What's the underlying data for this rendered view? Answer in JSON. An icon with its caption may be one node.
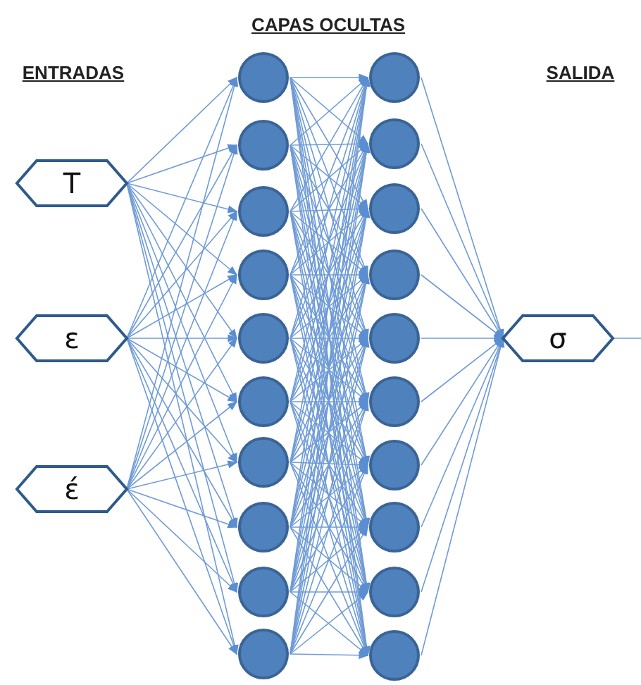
{
  "diagram": {
    "nodes": [
      {
        "text": [
          "T"
        ]
      },
      {
        "text": [
          "ε"
        ]
      },
      {
        "text": [
          "έ"
        ]
      },
      {
        "text": [],
        "shape": "circle"
      },
      {
        "text": [],
        "shape": "circle"
      },
      {
        "text": [],
        "shape": "circle"
      },
      {
        "text": [],
        "shape": "circle"
      },
      {
        "text": [],
        "shape": "circle"
      },
      {
        "text": [],
        "shape": "circle"
      },
      {
        "text": [],
        "shape": "circle"
      },
      {
        "text": [],
        "shape": "circle"
      },
      {
        "text": [],
        "shape": "circle"
      },
      {
        "text": [],
        "shape": "circle"
      },
      {
        "text": [],
        "shape": "circle"
      },
      {
        "text": [],
        "shape": "circle"
      },
      {
        "text": [],
        "shape": "circle"
      },
      {
        "text": [],
        "shape": "circle"
      },
      {
        "text": [],
        "shape": "circle"
      },
      {
        "text": [],
        "shape": "circle"
      },
      {
        "text": [],
        "shape": "circle"
      },
      {
        "text": [],
        "shape": "circle"
      },
      {
        "text": [],
        "shape": "circle"
      },
      {
        "text": [],
        "shape": "circle"
      },
      {
        "text": [
          "σ"
        ]
      }
    ],
    "edges": [
      {
        "from": 0,
        "to": 3,
        "arrow": "to"
      },
      {
        "from": 0,
        "to": 4,
        "arrow": "to"
      },
      {
        "from": 0,
        "to": 5,
        "arrow": "to"
      },
      {
        "from": 0,
        "to": 6,
        "arrow": "to"
      },
      {
        "from": 0,
        "to": 7,
        "arrow": "to"
      },
      {
        "from": 0,
        "to": 8,
        "arrow": "to"
      },
      {
        "from": 0,
        "to": 9,
        "arrow": "to"
      },
      {
        "from": 0,
        "to": 10,
        "arrow": "to"
      },
      {
        "from": 0,
        "to": 11,
        "arrow": "to"
      },
      {
        "from": 0,
        "to": 12,
        "arrow": "to"
      },
      {
        "from": 1,
        "to": 3,
        "arrow": "to"
      },
      {
        "from": 1,
        "to": 4,
        "arrow": "to"
      },
      {
        "from": 1,
        "to": 5,
        "arrow": "to"
      },
      {
        "from": 1,
        "to": 6,
        "arrow": "to"
      },
      {
        "from": 1,
        "to": 7,
        "arrow": "to"
      },
      {
        "from": 1,
        "to": 8,
        "arrow": "to"
      },
      {
        "from": 1,
        "to": 9,
        "arrow": "to"
      },
      {
        "from": 1,
        "to": 10,
        "arrow": "to"
      },
      {
        "from": 1,
        "to": 11,
        "arrow": "to"
      },
      {
        "from": 1,
        "to": 12,
        "arrow": "to"
      },
      {
        "from": 2,
        "to": 3,
        "arrow": "to"
      },
      {
        "from": 2,
        "to": 4,
        "arrow": "to"
      },
      {
        "from": 2,
        "to": 5,
        "arrow": "to"
      },
      {
        "from": 2,
        "to": 6,
        "arrow": "to"
      },
      {
        "from": 2,
        "to": 7,
        "arrow": "to"
      },
      {
        "from": 2,
        "to": 8,
        "arrow": "to"
      },
      {
        "from": 2,
        "to": 9,
        "arrow": "to"
      },
      {
        "from": 2,
        "to": 10,
        "arrow": "to"
      },
      {
        "from": 2,
        "to": 11,
        "arrow": "to"
      },
      {
        "from": 2,
        "to": 12,
        "arrow": "to"
      },
      {
        "from": 3,
        "to": 13,
        "arrow": "to"
      },
      {
        "from": 3,
        "to": 14,
        "arrow": "to"
      },
      {
        "from": 3,
        "to": 15,
        "arrow": "to"
      },
      {
        "from": 3,
        "to": 16,
        "arrow": "to"
      },
      {
        "from": 3,
        "to": 17,
        "arrow": "to"
      },
      {
        "from": 3,
        "to": 18,
        "arrow": "to"
      },
      {
        "from": 3,
        "to": 19,
        "arrow": "to"
      },
      {
        "from": 3,
        "to": 20,
        "arrow": "to"
      },
      {
        "from": 3,
        "to": 21,
        "arrow": "to"
      },
      {
        "from": 3,
        "to": 22,
        "arrow": "to"
      },
      {
        "from": 4,
        "to": 13,
        "arrow": "to"
      },
      {
        "from": 4,
        "to": 14,
        "arrow": "to"
      },
      {
        "from": 4,
        "to": 15,
        "arrow": "to"
      },
      {
        "from": 4,
        "to": 16,
        "arrow": "to"
      },
      {
        "from": 4,
        "to": 17,
        "arrow": "to"
      },
      {
        "from": 4,
        "to": 18,
        "arrow": "to"
      },
      {
        "from": 4,
        "to": 19,
        "arrow": "to"
      },
      {
        "from": 4,
        "to": 20,
        "arrow": "to"
      },
      {
        "from": 4,
        "to": 21,
        "arrow": "to"
      },
      {
        "from": 4,
        "to": 22,
        "arrow": "to"
      },
      {
        "from": 5,
        "to": 13,
        "arrow": "to"
      },
      {
        "from": 5,
        "to": 14,
        "arrow": "to"
      },
      {
        "from": 5,
        "to": 15,
        "arrow": "to"
      },
      {
        "from": 5,
        "to": 16,
        "arrow": "to"
      },
      {
        "from": 5,
        "to": 17,
        "arrow": "to"
      },
      {
        "from": 5,
        "to": 18,
        "arrow": "to"
      },
      {
        "from": 5,
        "to": 19,
        "arrow": "to"
      },
      {
        "from": 5,
        "to": 20,
        "arrow": "to"
      },
      {
        "from": 5,
        "to": 21,
        "arrow": "to"
      },
      {
        "from": 5,
        "to": 22,
        "arrow": "to"
      },
      {
        "from": 6,
        "to": 13,
        "arrow": "to"
      },
      {
        "from": 6,
        "to": 14,
        "arrow": "to"
      },
      {
        "from": 6,
        "to": 15,
        "arrow": "to"
      },
      {
        "from": 6,
        "to": 16,
        "arrow": "to"
      },
      {
        "from": 6,
        "to": 17,
        "arrow": "to"
      },
      {
        "from": 6,
        "to": 18,
        "arrow": "to"
      },
      {
        "from": 6,
        "to": 19,
        "arrow": "to"
      },
      {
        "from": 6,
        "to": 20,
        "arrow": "to"
      },
      {
        "from": 6,
        "to": 21,
        "arrow": "to"
      },
      {
        "from": 6,
        "to": 22,
        "arrow": "to"
      },
      {
        "from": 7,
        "to": 13,
        "arrow": "to"
      },
      {
        "from": 7,
        "to": 14,
        "arrow": "to"
      },
      {
        "from": 7,
        "to": 15,
        "arrow": "to"
      },
      {
        "from": 7,
        "to": 16,
        "arrow": "to"
      },
      {
        "from": 7,
        "to": 17,
        "arrow": "to"
      },
      {
        "from": 7,
        "to": 18,
        "arrow": "to"
      },
      {
        "from": 7,
        "to": 19,
        "arrow": "to"
      },
      {
        "from": 7,
        "to": 20,
        "arrow": "to"
      },
      {
        "from": 7,
        "to": 21,
        "arrow": "to"
      },
      {
        "from": 7,
        "to": 22,
        "arrow": "to"
      },
      {
        "from": 8,
        "to": 13,
        "arrow": "to"
      },
      {
        "from": 8,
        "to": 14,
        "arrow": "to"
      },
      {
        "from": 8,
        "to": 15,
        "arrow": "to"
      },
      {
        "from": 8,
        "to": 16,
        "arrow": "to"
      },
      {
        "from": 8,
        "to": 17,
        "arrow": "to"
      },
      {
        "from": 8,
        "to": 18,
        "arrow": "to"
      },
      {
        "from": 8,
        "to": 19,
        "arrow": "to"
      },
      {
        "from": 8,
        "to": 20,
        "arrow": "to"
      },
      {
        "from": 8,
        "to": 21,
        "arrow": "to"
      },
      {
        "from": 8,
        "to": 22,
        "arrow": "to"
      },
      {
        "from": 9,
        "to": 13,
        "arrow": "to"
      },
      {
        "from": 9,
        "to": 14,
        "arrow": "to"
      },
      {
        "from": 9,
        "to": 15,
        "arrow": "to"
      },
      {
        "from": 9,
        "to": 16,
        "arrow": "to"
      },
      {
        "from": 9,
        "to": 17,
        "arrow": "to"
      },
      {
        "from": 9,
        "to": 18,
        "arrow": "to"
      },
      {
        "from": 9,
        "to": 19,
        "arrow": "to"
      },
      {
        "from": 9,
        "to": 20,
        "arrow": "to"
      },
      {
        "from": 9,
        "to": 21,
        "arrow": "to"
      },
      {
        "from": 9,
        "to": 22,
        "arrow": "to"
      },
      {
        "from": 10,
        "to": 13,
        "arrow": "to"
      },
      {
        "from": 10,
        "to": 14,
        "arrow": "to"
      },
      {
        "from": 10,
        "to": 15,
        "arrow": "to"
      },
      {
        "from": 10,
        "to": 16,
        "arrow": "to"
      },
      {
        "from": 10,
        "to": 17,
        "arrow": "to"
      },
      {
        "from": 10,
        "to": 18,
        "arrow": "to"
      },
      {
        "from": 10,
        "to": 19,
        "arrow": "to"
      },
      {
        "from": 10,
        "to": 20,
        "arrow": "to"
      },
      {
        "from": 10,
        "to": 21,
        "arrow": "to"
      },
      {
        "from": 10,
        "to": 22,
        "arrow": "to"
      },
      {
        "from": 11,
        "to": 13,
        "arrow": "to"
      },
      {
        "from": 11,
        "to": 14,
        "arrow": "to"
      },
      {
        "from": 11,
        "to": 15,
        "arrow": "to"
      },
      {
        "from": 11,
        "to": 16,
        "arrow": "to"
      },
      {
        "from": 11,
        "to": 17,
        "arrow": "to"
      },
      {
        "from": 11,
        "to": 18,
        "arrow": "to"
      },
      {
        "from": 11,
        "to": 19,
        "arrow": "to"
      },
      {
        "from": 11,
        "to": 20,
        "arrow": "to"
      },
      {
        "from": 11,
        "to": 21,
        "arrow": "to"
      },
      {
        "from": 11,
        "to": 22,
        "arrow": "to"
      },
      {
        "from": 12,
        "to": 13,
        "arrow": "to"
      },
      {
        "from": 12,
        "to": 14,
        "arrow": "to"
      },
      {
        "from": 12,
        "to": 15,
        "arrow": "to"
      },
      {
        "from": 12,
        "to": 16,
        "arrow": "to"
      },
      {
        "from": 12,
        "to": 17,
        "arrow": "to"
      },
      {
        "from": 12,
        "to": 18,
        "arrow": "to"
      },
      {
        "from": 12,
        "to": 19,
        "arrow": "to"
      },
      {
        "from": 12,
        "to": 20,
        "arrow": "to"
      },
      {
        "from": 12,
        "to": 21,
        "arrow": "to"
      },
      {
        "from": 12,
        "to": 22,
        "arrow": "to"
      },
      {
        "from": 13,
        "to": 23,
        "arrow": "to"
      },
      {
        "from": 14,
        "to": 23,
        "arrow": "to"
      },
      {
        "from": 15,
        "to": 23,
        "arrow": "to"
      },
      {
        "from": 16,
        "to": 23,
        "arrow": "to"
      },
      {
        "from": 17,
        "to": 23,
        "arrow": "to"
      },
      {
        "from": 18,
        "to": 23,
        "arrow": "to"
      },
      {
        "from": 19,
        "to": 23,
        "arrow": "to"
      },
      {
        "from": 20,
        "to": 23,
        "arrow": "to"
      },
      {
        "from": 21,
        "to": 23,
        "arrow": "to"
      },
      {
        "from": 22,
        "to": 23,
        "arrow": "to"
      },
      {
        "from": 23,
        "to": null,
        "arrow": "none"
      }
    ],
    "labels": [
      "CAPAS OCULTAS",
      "ENTRADAS",
      "SALIDA"
    ]
  }
}
